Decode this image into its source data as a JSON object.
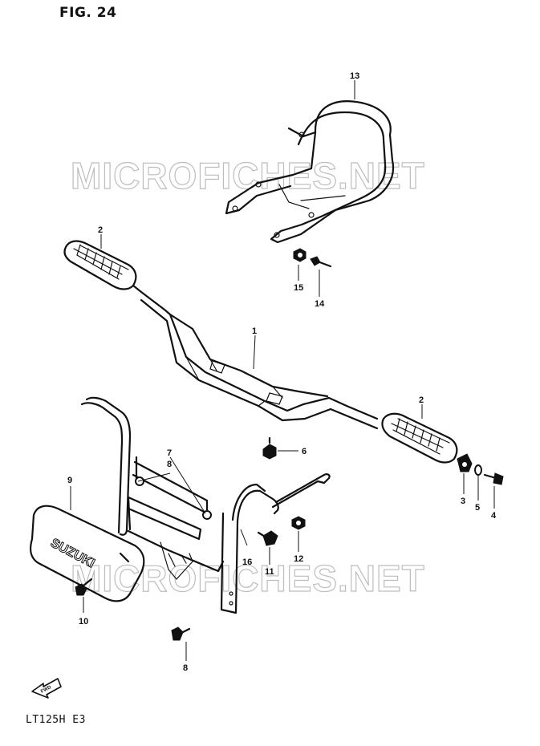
{
  "figure": {
    "title": "FIG. 24"
  },
  "model": {
    "code": "LT125H  E3"
  },
  "watermark": {
    "text": "MICROFICHES.NET"
  },
  "guard": {
    "brand_text": "SUZUKI"
  },
  "direction_arrow": {
    "label": "FWD",
    "icon": "fwd-arrow-icon"
  },
  "callouts": {
    "c1": "1",
    "c2a": "2",
    "c2b": "2",
    "c3": "3",
    "c4": "4",
    "c5": "5",
    "c6": "6",
    "c7": "7",
    "c8a": "8",
    "c8b": "8",
    "c9": "9",
    "c10": "10",
    "c11": "11",
    "c12": "12",
    "c13": "13",
    "c14": "14",
    "c15": "15",
    "c16": "16"
  }
}
